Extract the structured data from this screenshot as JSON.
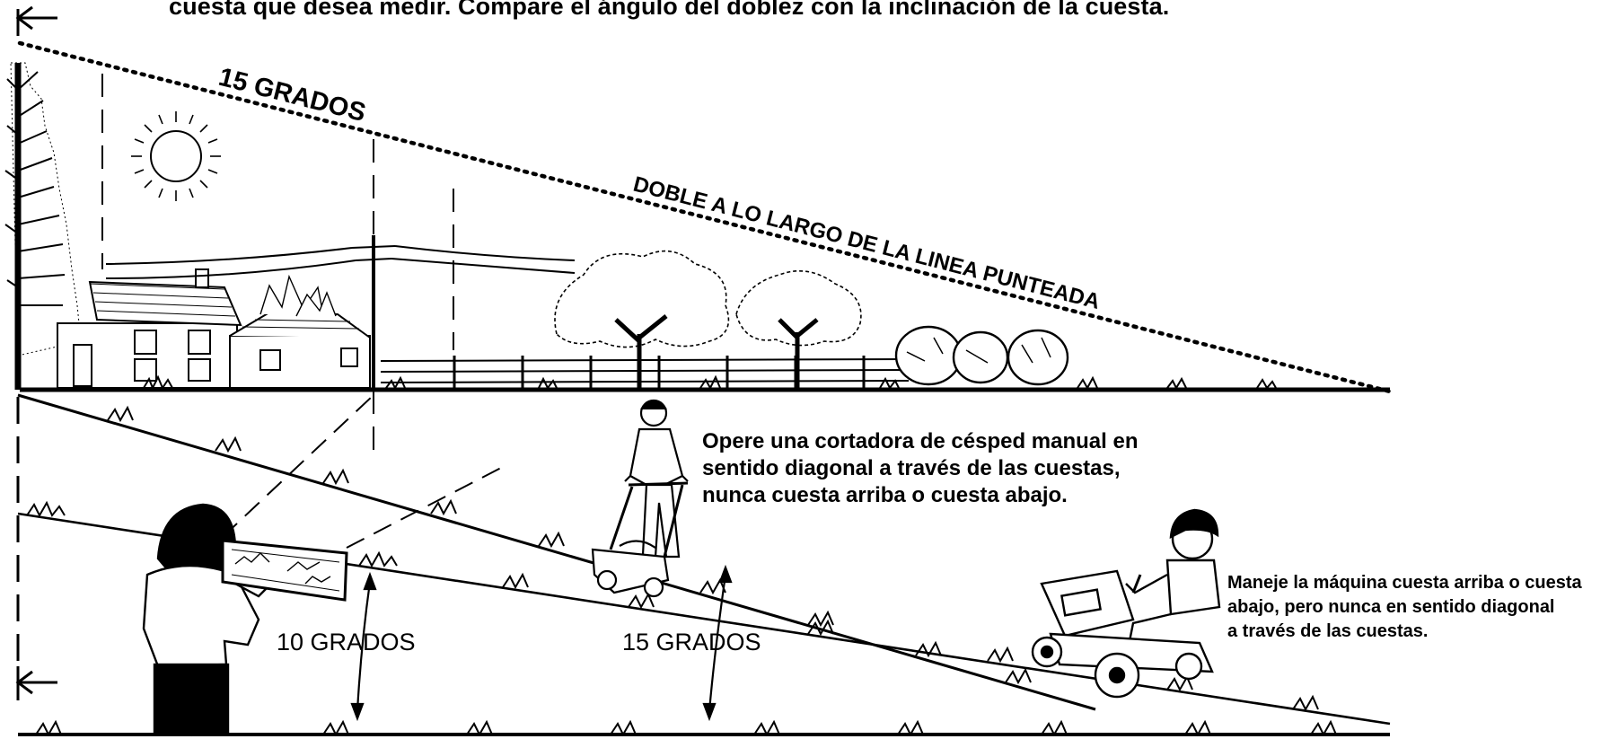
{
  "header": {
    "instruction": "cuesta que desea medir.  Compare el ángulo del doblez con la inclinación de la cuesta."
  },
  "fold_line": {
    "angle_label": "15 GRADOS",
    "fold_instruction": "DOBLE A LO LARGO DE LA LINEA PUNTEADA"
  },
  "push_mower_note": {
    "lines": [
      "Opere una cortadora de césped manual en",
      "sentido diagonal a través de las cuestas,",
      "nunca cuesta arriba o cuesta abajo."
    ]
  },
  "riding_mower_note": {
    "lines": [
      "Maneje la máquina cuesta arriba o cuesta",
      "abajo, pero nunca en sentido diagonal",
      "a través de las cuestas."
    ]
  },
  "slope_labels": {
    "ten": "10 GRADOS",
    "fifteen": "15 GRADOS"
  },
  "colors": {
    "ink": "#000000",
    "paper": "#ffffff"
  },
  "icons": [
    "arrow-left-icon",
    "sun-icon",
    "tree-icon",
    "house-icon",
    "fence-icon",
    "person-icon",
    "push-mower-icon",
    "riding-mower-icon"
  ]
}
